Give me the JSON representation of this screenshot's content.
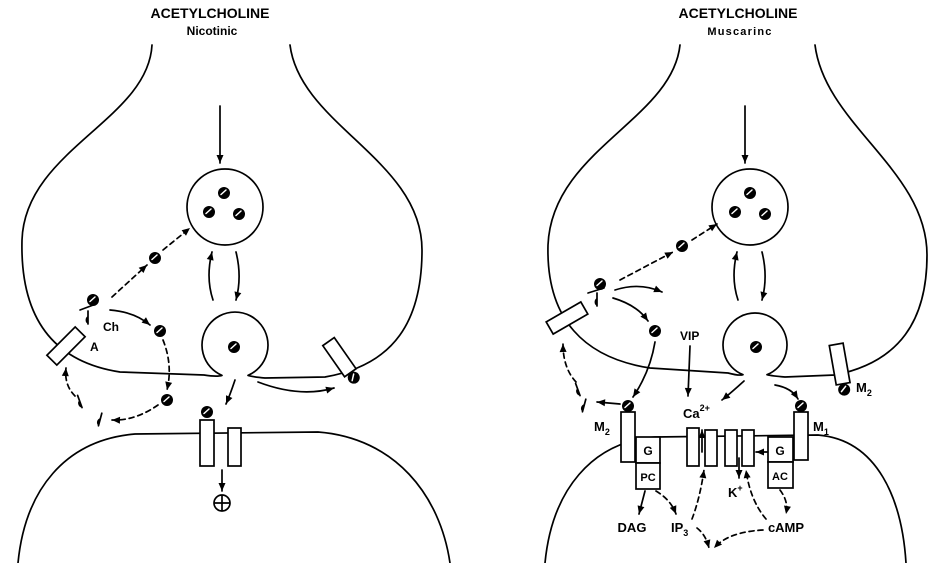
{
  "colors": {
    "ink": "#000000",
    "background": "#ffffff"
  },
  "nicotinic": {
    "title": "ACETYLCHOLINE",
    "subtitle": "Nicotinic",
    "choline_label": "Ch",
    "transporter_label": "A"
  },
  "muscarinic": {
    "title": "ACETYLCHOLINE",
    "subtitle": "Muscarinc",
    "vip_label": "VIP",
    "presynaptic_receptor": {
      "base": "M",
      "sub": "2"
    },
    "postsynaptic_m2": {
      "base": "M",
      "sub": "2"
    },
    "postsynaptic_m1": {
      "base": "M",
      "sub": "1"
    },
    "calcium": {
      "base": "Ca",
      "sup": "2+"
    },
    "potassium": {
      "base": "K",
      "sup": "+"
    },
    "g_protein_m2": "G",
    "phospholipase": "PC",
    "g_protein_m1": "G",
    "adenylyl_cyclase": "AC",
    "products": {
      "dag": "DAG",
      "ip3": {
        "base": "IP",
        "sub": "3"
      },
      "camp": "cAMP"
    }
  }
}
